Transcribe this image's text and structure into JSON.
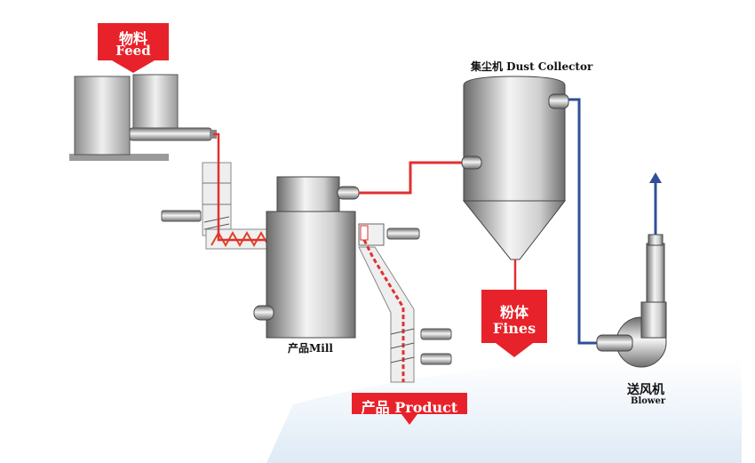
{
  "labels": {
    "feed_cn": "物料",
    "feed_en": "Feed",
    "dust_collector": "集尘机 Dust Collector",
    "mill": "产品Mill",
    "fines_cn": "粉体",
    "fines_en": "Fines",
    "product": "产品 Product",
    "blower_cn": "送风机",
    "blower_en": "Blower"
  },
  "colors": {
    "callout_red": "#e8222a",
    "air_line_red": "#e03030",
    "return_line_blue": "#2f4f9a",
    "metal_dark": "#6d6d6d",
    "metal_light": "#f2f2f2"
  }
}
